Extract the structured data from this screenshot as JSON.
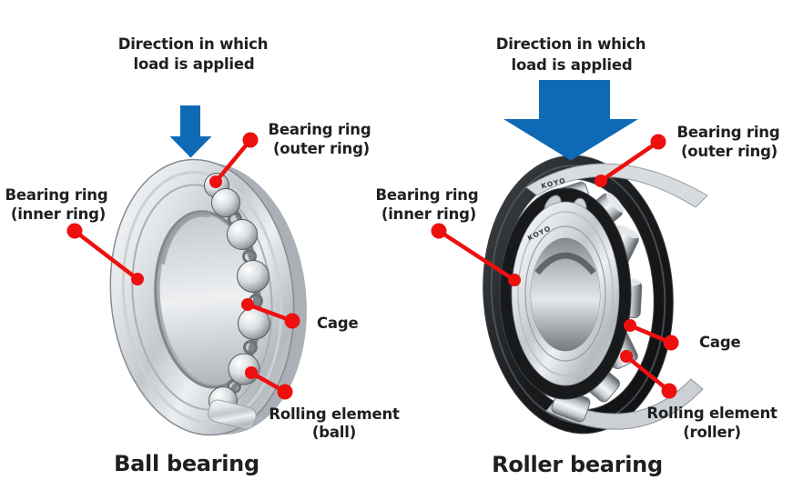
{
  "palette": {
    "background": "#ffffff",
    "arrow_blue": "#0e6ab5",
    "connector_red": "#ee0f0f",
    "text_color": "#1f1f1f"
  },
  "left_figure": {
    "direction_label": {
      "line1": "Direction in which",
      "line2": "load is applied"
    },
    "labels": {
      "outer_ring": {
        "line1": "Bearing ring",
        "line2": "(outer ring)"
      },
      "inner_ring": {
        "line1": "Bearing ring",
        "line2": "(inner ring)"
      },
      "cage": "Cage",
      "rolling_element": {
        "line1": "Rolling element",
        "line2": "(ball)"
      }
    },
    "title": "Ball bearing"
  },
  "right_figure": {
    "direction_label": {
      "line1": "Direction in which",
      "line2": "load is applied"
    },
    "labels": {
      "outer_ring": {
        "line1": "Bearing ring",
        "line2": "(outer ring)"
      },
      "inner_ring": {
        "line1": "Bearing ring",
        "line2": "(inner ring)"
      },
      "cage": "Cage",
      "rolling_element": {
        "line1": "Rolling element",
        "line2": "(roller)"
      }
    },
    "title": "Roller bearing",
    "brand_marking": "KOYO"
  }
}
